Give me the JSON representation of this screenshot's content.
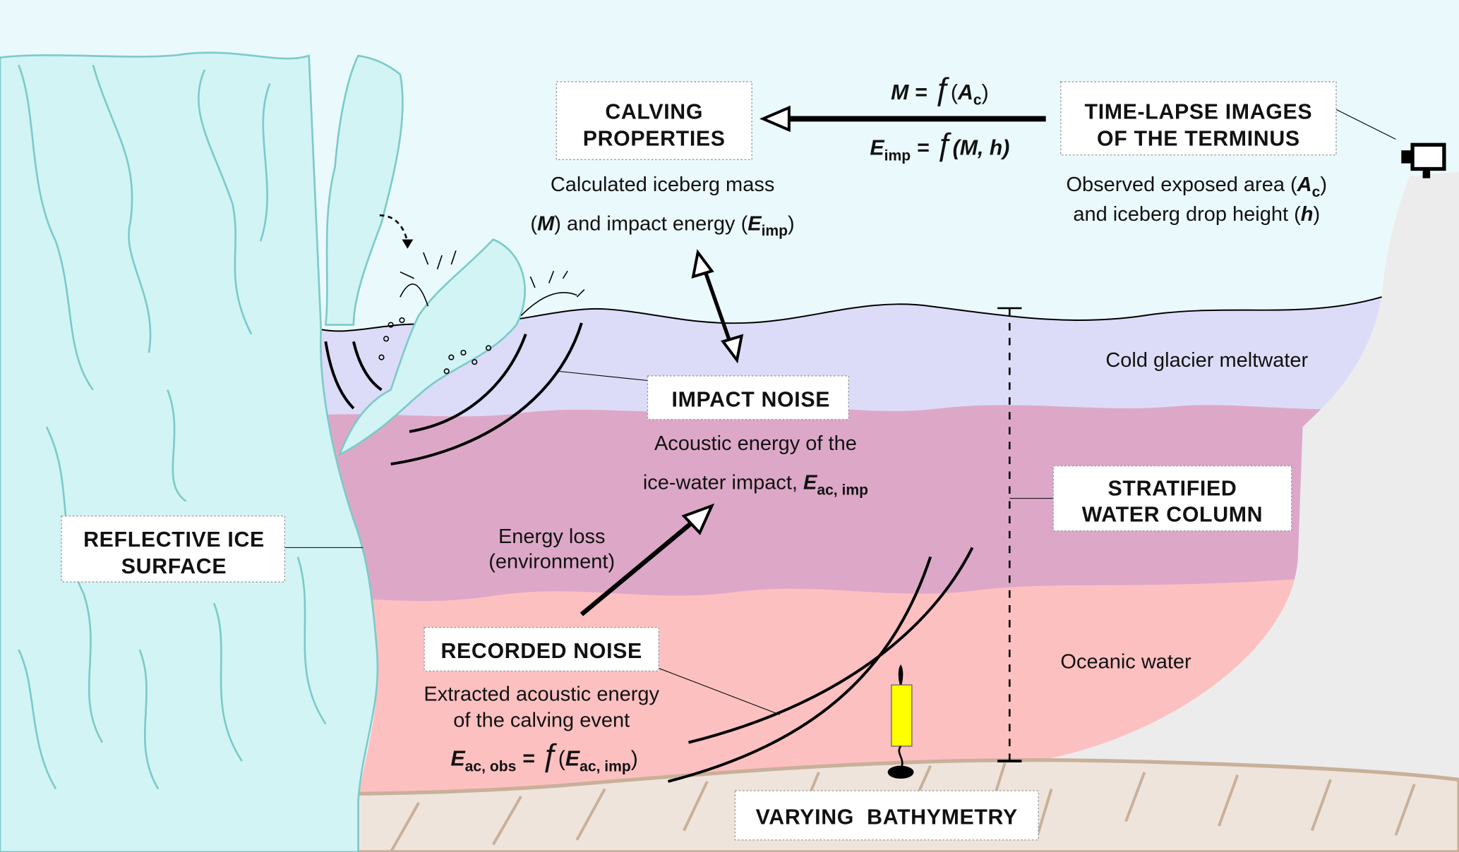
{
  "colors": {
    "sky": "#eaf9fc",
    "meltwater": "#dcdcf8",
    "stratified": "#dda8c8",
    "oceanic": "#fdc0c0",
    "seabed": "#efe4dc",
    "ice": "#d3f4f4",
    "land": "#ececec",
    "hydrophone": "#ffff00"
  },
  "labels": {
    "calving_properties": [
      "CALVING",
      "PROPERTIES"
    ],
    "time_lapse": [
      "TIME-LAPSE IMAGES",
      "OF THE TERMINUS"
    ],
    "impact_noise": "IMPACT NOISE",
    "stratified": [
      "STRATIFIED",
      "WATER COLUMN"
    ],
    "reflective_ice": [
      "REFLECTIVE ICE",
      "SURFACE"
    ],
    "recorded_noise": "RECORDED NOISE",
    "bathymetry": "VARYING  BATHYMETRY"
  },
  "text": {
    "calc_line1": "Calculated iceberg mass",
    "calc_line2": {
      "p1": "(",
      "M": "M",
      "p2": ") and impact energy (",
      "E": "E",
      "sub": "imp",
      "p3": ")"
    },
    "obs_line1": {
      "p1": "Observed exposed area (",
      "A": "A",
      "sub": "c",
      "p2": ")"
    },
    "obs_line2": {
      "p1": "and iceberg drop height (",
      "h": "h",
      "p2": ")"
    },
    "acoustic_line1": "Acoustic energy of the",
    "acoustic_line2": {
      "p1": "ice-water impact, ",
      "E": "E",
      "sub": "ac, imp"
    },
    "energy_loss": [
      "Energy loss",
      "(environment)"
    ],
    "extracted": [
      "Extracted acoustic energy",
      "of the calving event"
    ],
    "cold_meltwater": "Cold glacier meltwater",
    "oceanic_water": "Oceanic water"
  },
  "formulas": {
    "mass": {
      "lhs": "M",
      "eq": " = ",
      "f": "ƒ",
      "open": "(",
      "arg": "A",
      "sub": "c",
      "close": ")"
    },
    "impact": {
      "lhs": "E",
      "lsub": "imp",
      "eq": " = ",
      "f": "ƒ",
      "args": "(M, h)"
    },
    "observed": {
      "lhs": "E",
      "lsub": "ac, obs",
      "eq": " = ",
      "f": "ƒ",
      "open": "(",
      "arg": "E",
      "sub": "ac, imp",
      "close": ")"
    }
  }
}
